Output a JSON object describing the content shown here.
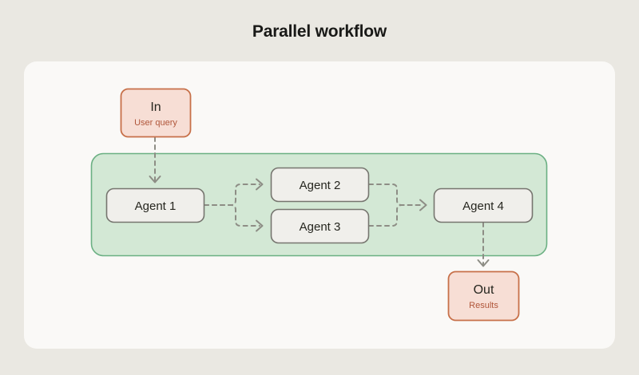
{
  "page": {
    "title": "Parallel workflow",
    "background_color": "#eae8e2",
    "card_color": "#faf9f7"
  },
  "diagram": {
    "type": "flow-diagram",
    "group": {
      "name": "parallel-group",
      "fill": "#d3e8d5",
      "stroke": "#6bb083"
    },
    "io_nodes": [
      {
        "id": "in",
        "title": "In",
        "subtitle": "User query",
        "fill": "#f7ded5",
        "stroke": "#c77049",
        "text_color": "#26261f",
        "subtitle_color": "#b0563a"
      },
      {
        "id": "out",
        "title": "Out",
        "subtitle": "Results",
        "fill": "#f7ded5",
        "stroke": "#c77049",
        "text_color": "#26261f",
        "subtitle_color": "#b0563a"
      }
    ],
    "agent_nodes": [
      {
        "id": "agent1",
        "label": "Agent 1",
        "fill": "#f0efeb",
        "stroke": "#76756f"
      },
      {
        "id": "agent2",
        "label": "Agent 2",
        "fill": "#f0efeb",
        "stroke": "#76756f"
      },
      {
        "id": "agent3",
        "label": "Agent 3",
        "fill": "#f0efeb",
        "stroke": "#76756f"
      },
      {
        "id": "agent4",
        "label": "Agent 4",
        "fill": "#f0efeb",
        "stroke": "#76756f"
      }
    ],
    "connectors": [
      {
        "id": "in-to-agent1",
        "from": "in",
        "to": "agent1",
        "style": "dashed",
        "arrow": true
      },
      {
        "id": "agent1-to-agent2",
        "from": "agent1",
        "to": "agent2",
        "style": "dashed",
        "arrow": true
      },
      {
        "id": "agent1-to-agent3",
        "from": "agent1",
        "to": "agent3",
        "style": "dashed",
        "arrow": true
      },
      {
        "id": "agent2-to-agent4",
        "from": "agent2",
        "to": "agent4",
        "style": "dashed",
        "arrow": true
      },
      {
        "id": "agent3-to-agent4",
        "from": "agent3",
        "to": "agent4",
        "style": "dashed",
        "arrow": true
      },
      {
        "id": "agent4-to-out",
        "from": "agent4",
        "to": "out",
        "style": "dashed",
        "arrow": true
      }
    ],
    "connector_color": "#8d8d85"
  }
}
